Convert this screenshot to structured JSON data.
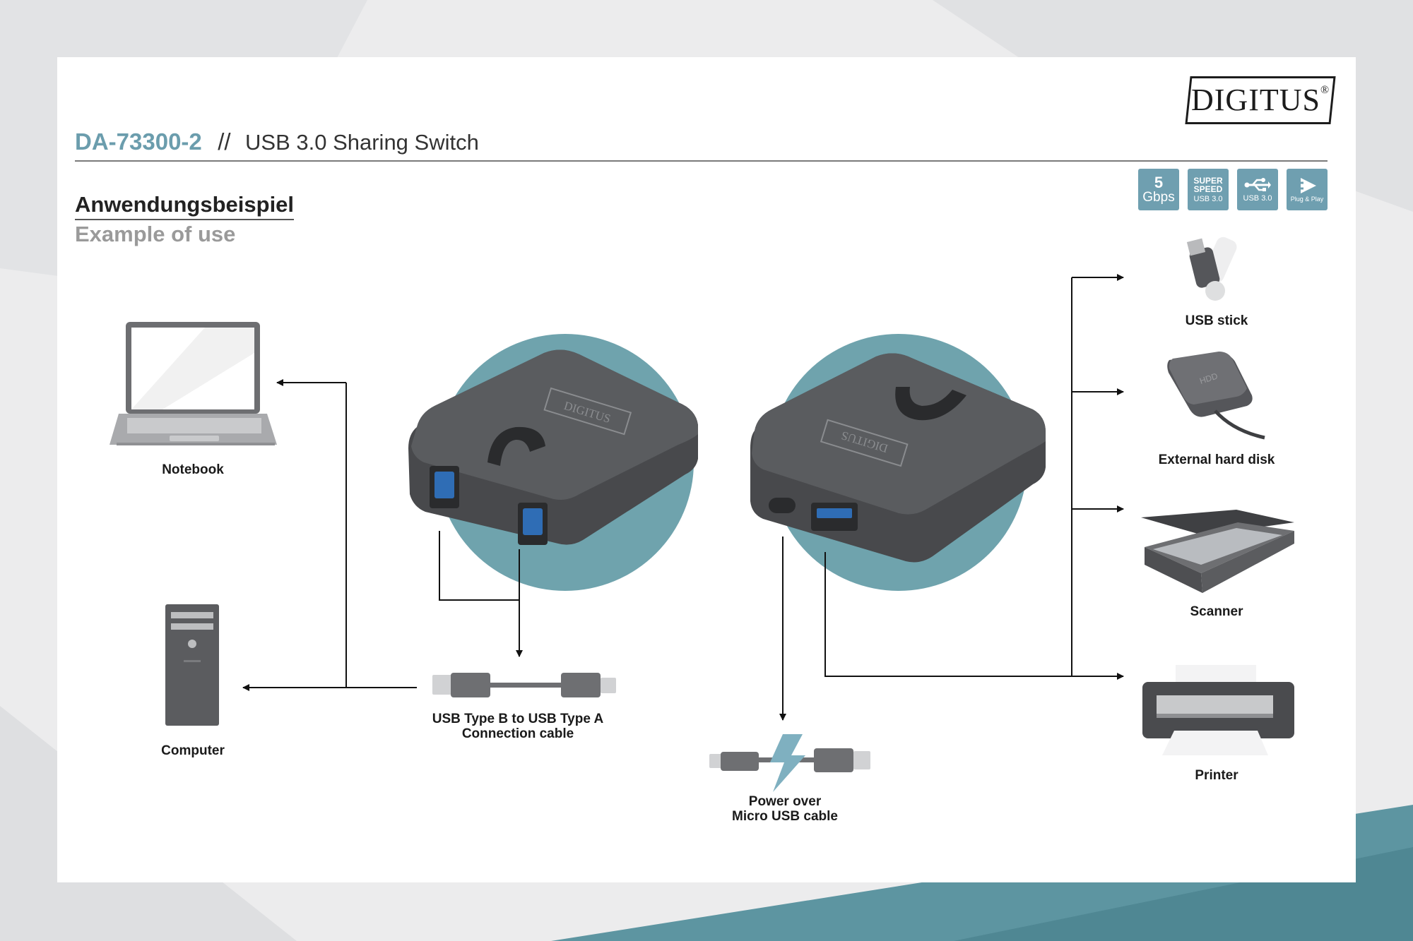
{
  "brand": {
    "logo": "DIGITUS",
    "logo_mark": "®"
  },
  "header": {
    "model": "DA-73300-2",
    "separator": "//",
    "title": "USB 3.0 Sharing Switch"
  },
  "headings": {
    "german": "Anwendungsbeispiel",
    "english": "Example of use"
  },
  "badges": [
    {
      "line1": "5",
      "line2": "Gbps"
    },
    {
      "line1": "SUPER",
      "line2": "SPEED",
      "line3": "USB 3.0"
    },
    {
      "icon": "usb-trident-icon",
      "line1": "USB 3.0"
    },
    {
      "icon": "plug-and-play-icon",
      "line1": "Plug & Play"
    }
  ],
  "devices": {
    "notebook": "Notebook",
    "computer": "Computer",
    "cable_b_a": [
      "USB Type B to USB Type A",
      "Connection cable"
    ],
    "power_cable": [
      "Power over",
      "Micro USB cable"
    ],
    "usb_stick": "USB stick",
    "hdd": "External hard disk",
    "hdd_marking": "HDD",
    "scanner": "Scanner",
    "printer": "Printer"
  },
  "colors": {
    "accent": "#6b9dad",
    "teal_circle": "#6fa3ad",
    "device_dark": "#4a4c4f",
    "usb_blue": "#2f6db5",
    "bg_teal": "#5d95a1"
  }
}
